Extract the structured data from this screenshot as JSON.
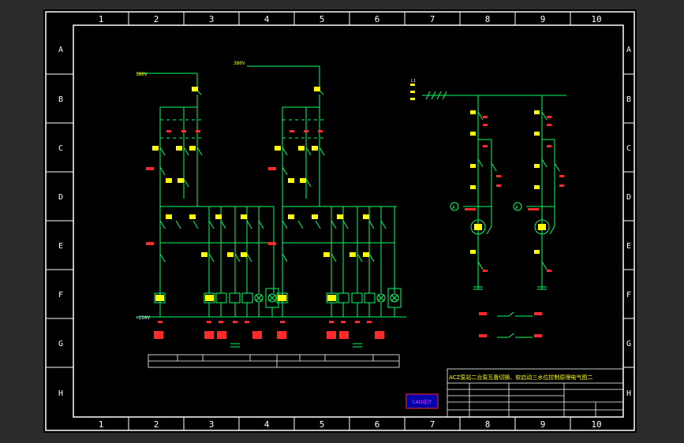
{
  "colors": {
    "frame": "#ffffff",
    "wire": "#00ff66",
    "label_red": "#ff2a2a",
    "label_yellow": "#ffff00",
    "annotation_magenta": "#ff40ff",
    "background": "#000000"
  },
  "columns": [
    "1",
    "2",
    "3",
    "4",
    "5",
    "6",
    "7",
    "8",
    "9",
    "10"
  ],
  "rows": [
    "A",
    "B",
    "C",
    "D",
    "E",
    "F",
    "G",
    "H"
  ],
  "title_block": {
    "title": "ACZ泵站二台泵互备切换、软启动三水位控制原理电气图二"
  },
  "diagram_labels": {
    "source_left": "380V",
    "source_mid": "380V",
    "terminal": "L1",
    "bus_label": "~220V",
    "ammeter": "A"
  },
  "stamp": {
    "text": "CAD设计"
  }
}
